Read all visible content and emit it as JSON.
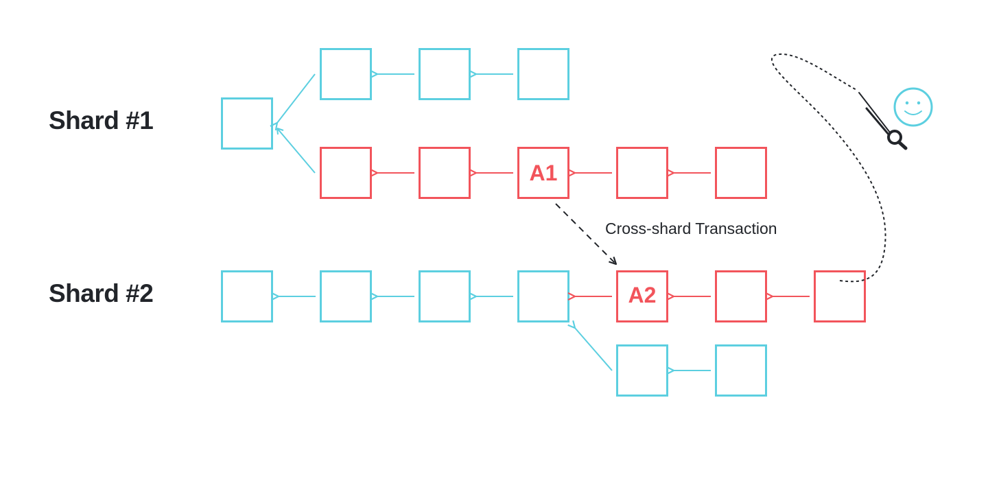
{
  "diagram": {
    "shards": [
      {
        "label": "Shard #1"
      },
      {
        "label": "Shard #2"
      }
    ],
    "blocks": {
      "a1": {
        "label": "A1"
      },
      "a2": {
        "label": "A2"
      }
    },
    "cross_shard": {
      "label": "Cross-shard Transaction"
    },
    "colors": {
      "honest_chain": "#5ccfe0",
      "attacker_chain": "#f2545b",
      "ink": "#22252a"
    },
    "icons": [
      "smiley-icon",
      "fishing-rod-icon"
    ]
  }
}
